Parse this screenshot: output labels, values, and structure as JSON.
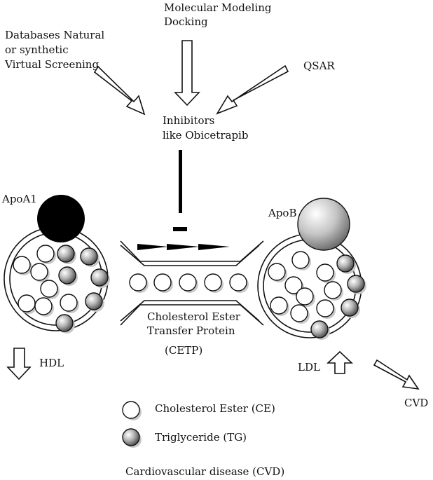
{
  "labels": {
    "molecular_modeling_line1": "Molecular Modeling",
    "molecular_modeling_line2": "Docking",
    "databases_line1": "Databases Natural",
    "databases_line2": "or synthetic",
    "databases_line3": "Virtual Screening",
    "qsar": "QSAR",
    "inhibitors_line1": "Inhibitors",
    "inhibitors_line2": "like  Obicetrapib",
    "apoa1": "ApoA1",
    "apob": "ApoB",
    "cetp_line1": "Cholesterol Ester",
    "cetp_line2": "Transfer Protein",
    "cetp_abbr": "(CETP)",
    "hdl": "HDL",
    "ldl": "LDL",
    "cvd": "CVD",
    "legend_ce": "Cholesterol Ester (CE)",
    "legend_tg": "Triglyceride (TG)",
    "footer": "Cardiovascular disease (CVD)"
  },
  "colors": {
    "apoa1": "#000000",
    "stroke": "#111111",
    "shadow": "#c8c8c8"
  }
}
